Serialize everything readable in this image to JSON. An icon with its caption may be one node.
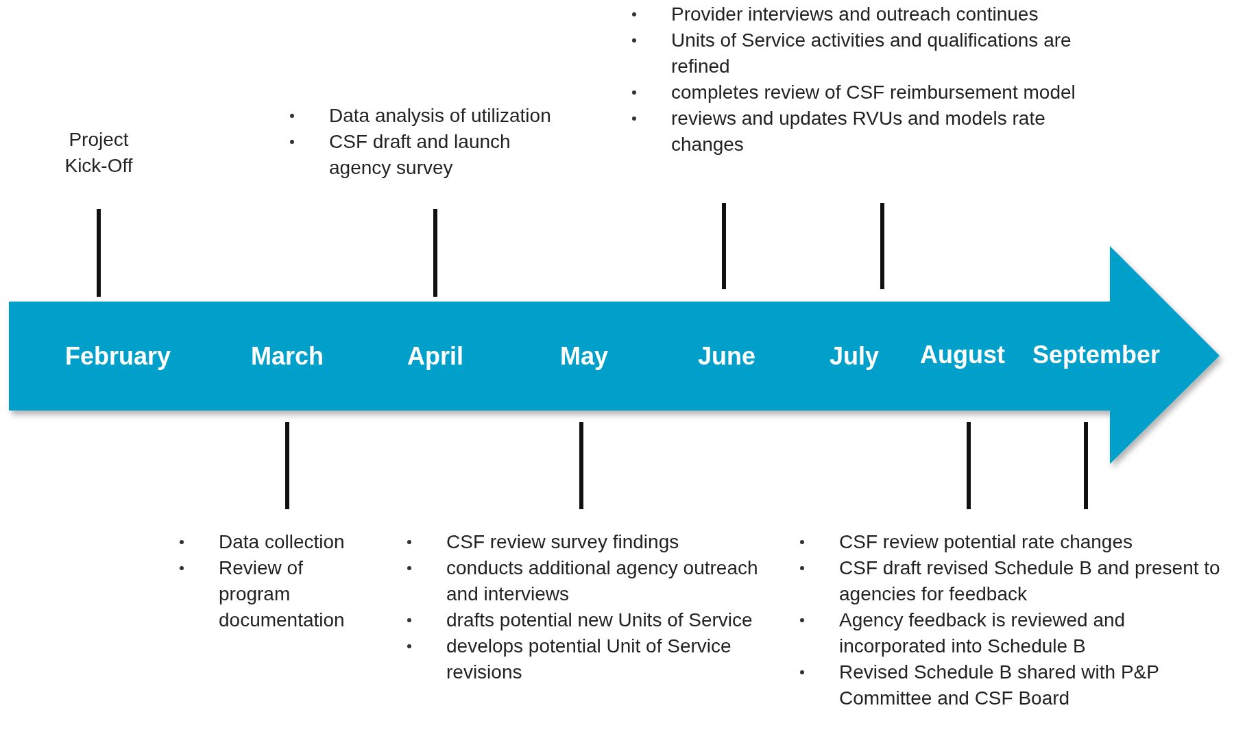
{
  "diagram": {
    "labels": [
      "Project Kick-Off",
      "Data analysis of utilization",
      "CSF draft and launch agency survey",
      "Provider interviews and outreach continues",
      "Units of Service activities and qualifications are refined",
      "completes review of CSF reimbursement model",
      "reviews and updates RVUs and models rate changes",
      "February",
      "March",
      "April",
      "May",
      "June",
      "July",
      "August",
      "September",
      "Data collection",
      "Review of program documentation",
      "CSF review survey findings",
      "conducts additional agency outreach and interviews",
      "drafts potential new Units of Service",
      "develops potential Unit of Service revisions",
      "CSF review potential rate changes",
      "CSF draft revised Schedule B and present to agencies for feedback",
      "Agency feedback is reviewed and incorporated into Schedule B",
      "Revised Schedule B shared with P&P Committee and CSF Board"
    ]
  }
}
